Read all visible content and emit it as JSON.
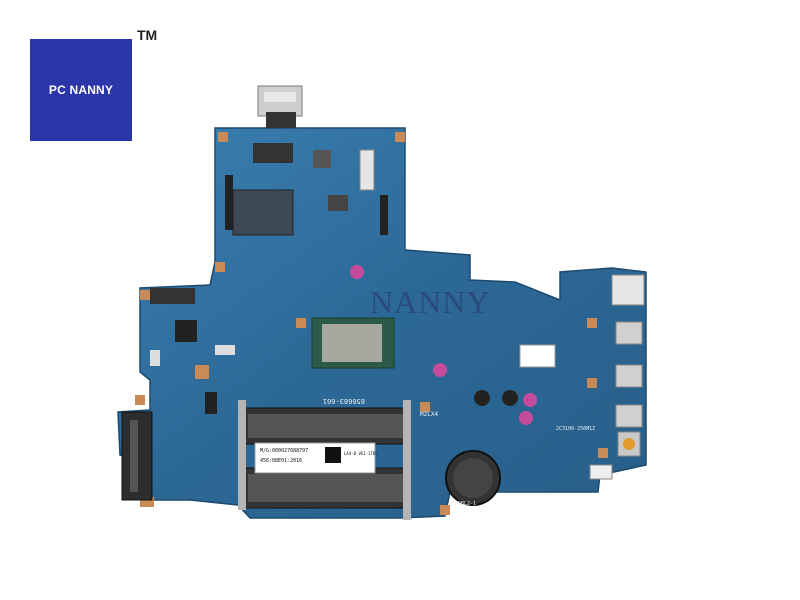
{
  "logo": {
    "text": "PC NANNY",
    "tm": "TM",
    "color": "#2b36a8"
  },
  "watermark": "NANNY",
  "board": {
    "pcb_color": "#2f6e9c",
    "part_number": "856683-601",
    "label_line1": "M/G:000027088797",
    "label_line2": "456:08E01:2016",
    "label_line3": "LA4-B VE1-1TBC",
    "silk_1": "M2LX4",
    "silk_2": "M2BL2-1",
    "silk_3": "2C3100-256M1Z"
  }
}
